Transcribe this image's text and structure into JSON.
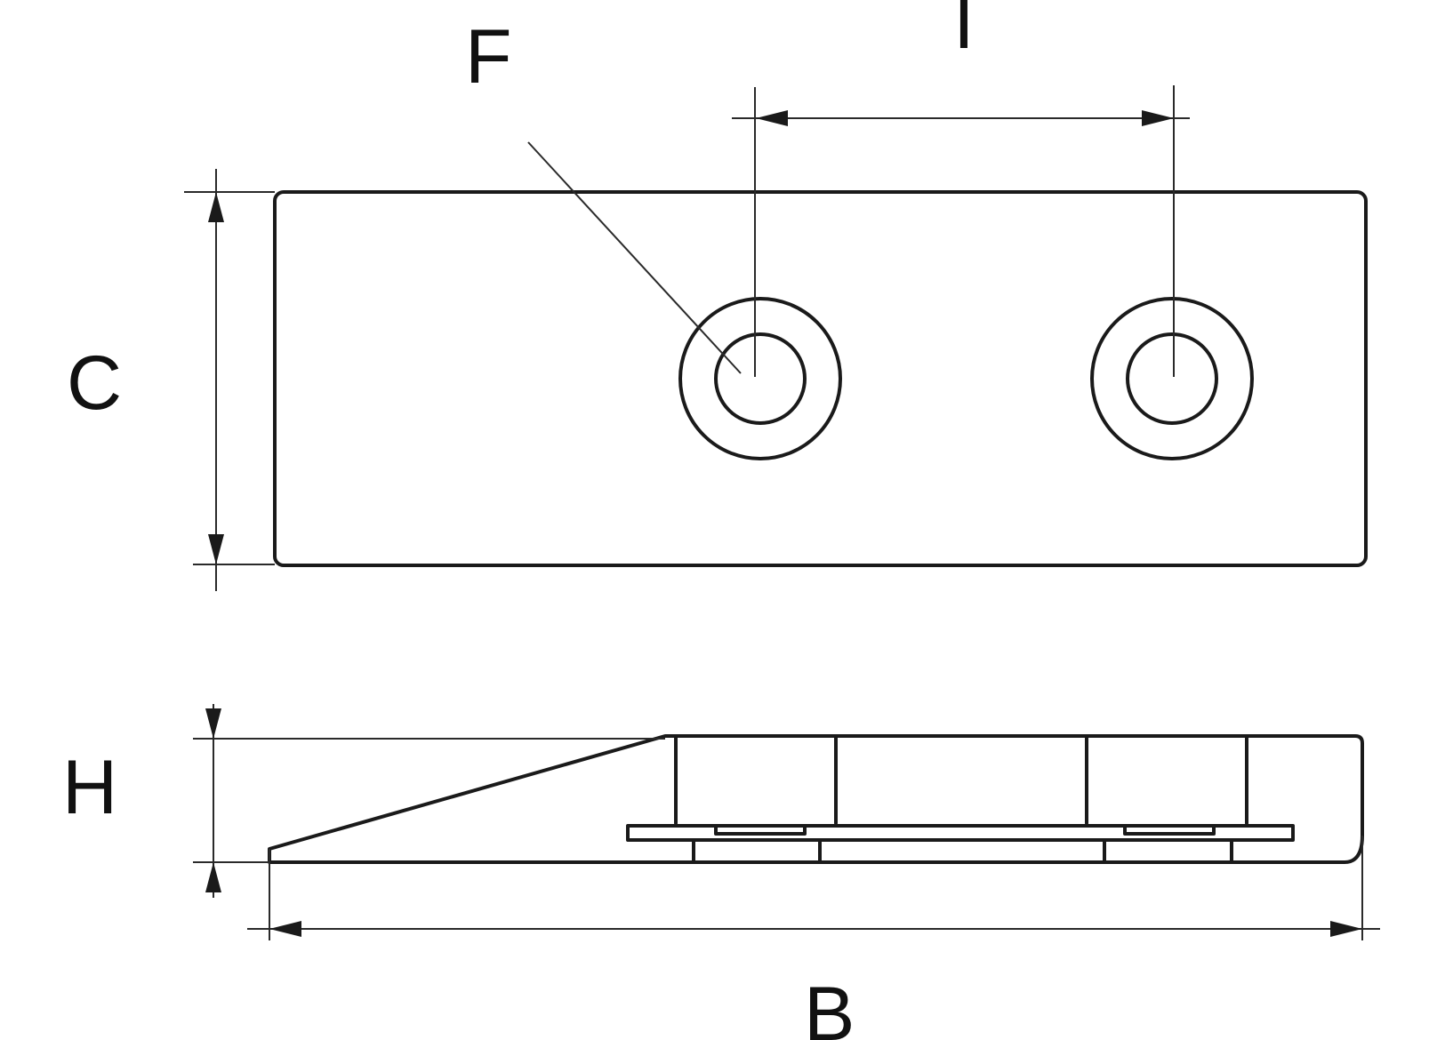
{
  "labels": {
    "f": "F",
    "i": "I",
    "c": "C",
    "h": "H",
    "b": "B"
  }
}
